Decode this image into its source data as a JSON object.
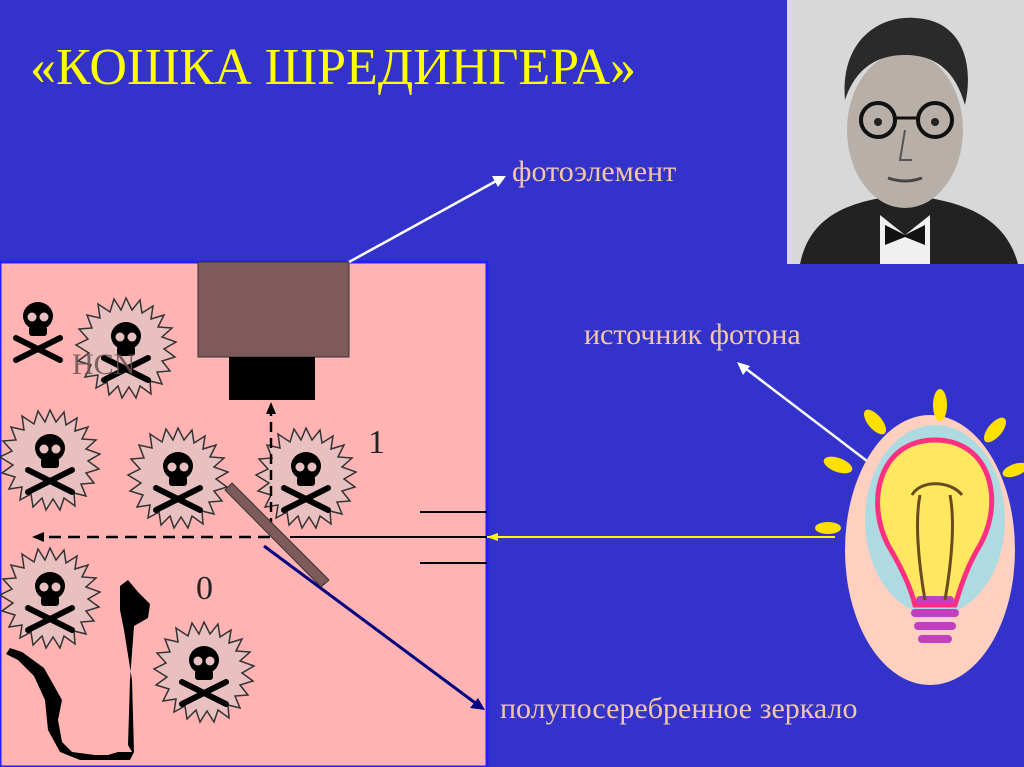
{
  "title": "«КОШКА ШРЕДИНГЕРА»",
  "labels": {
    "photoelement": "фотоэлемент",
    "photon_source": "источник фотона",
    "mirror": "полупосеребренное зеркало",
    "state_one": "1",
    "state_zero": "0",
    "poison": "HCN"
  },
  "colors": {
    "background": "#3333cc",
    "title": "#ffff00",
    "box": "#ffb3b3",
    "detector": "#7f5a5a",
    "photon_beam": "#ffff00",
    "reflected_beam": "#000080"
  },
  "icons": [
    "skull-crossbones-icon",
    "cat-silhouette",
    "light-bulb-icon",
    "portrait-photo"
  ]
}
